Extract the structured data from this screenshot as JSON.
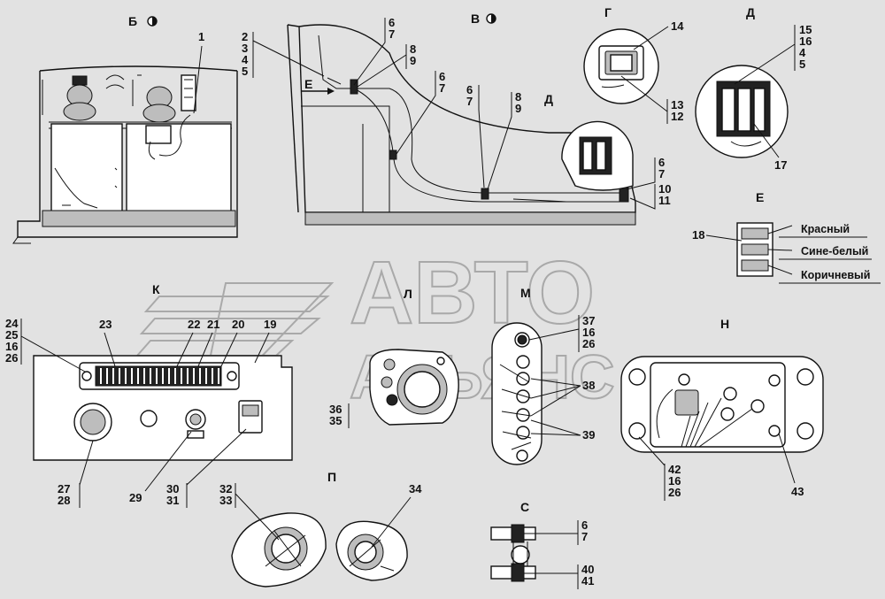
{
  "watermark": {
    "line1": "АВТО",
    "line2": "АЛЬЯНС"
  },
  "views": {
    "b": "Б",
    "v": "В",
    "g": "Г",
    "d_top": "Д",
    "d_side": "Д",
    "e_top": "Е",
    "e_arrow": "Е",
    "k": "К",
    "l": "Л",
    "m": "М",
    "n": "Н",
    "p": "П",
    "s": "С"
  },
  "wires": {
    "red": "Красный",
    "blue_white": "Сине-белый",
    "brown": "Коричневый"
  },
  "labels": {
    "b": [
      "1"
    ],
    "v_left": [
      "2",
      "3",
      "4",
      "5"
    ],
    "v_a": [
      "6",
      "7"
    ],
    "v_b": [
      "8",
      "9"
    ],
    "v_c": [
      "6",
      "7"
    ],
    "v_d": [
      "6",
      "7"
    ],
    "v_e": [
      "8",
      "9"
    ],
    "v_f": [
      "6",
      "7"
    ],
    "v_g": [
      "10",
      "11"
    ],
    "g1": [
      "14"
    ],
    "g2": [
      "13",
      "12"
    ],
    "d1": [
      "15",
      "16",
      "4",
      "5"
    ],
    "d2": [
      "17"
    ],
    "e1": [
      "18"
    ],
    "k1": [
      "24",
      "25",
      "16",
      "26"
    ],
    "k2": [
      "23"
    ],
    "k3": [
      "22"
    ],
    "k4": [
      "21"
    ],
    "k5": [
      "20"
    ],
    "k6": [
      "19"
    ],
    "k7": [
      "27",
      "28"
    ],
    "k8": [
      "29"
    ],
    "k9": [
      "30",
      "31"
    ],
    "l1": [
      "36",
      "35"
    ],
    "m1": [
      "37",
      "16",
      "26"
    ],
    "m2": [
      "38"
    ],
    "m3": [
      "39"
    ],
    "n1": [
      "42",
      "16",
      "26"
    ],
    "n2": [
      "43"
    ],
    "p1": [
      "32",
      "33"
    ],
    "p2": [
      "34"
    ],
    "s1": [
      "6",
      "7"
    ],
    "s2": [
      "40",
      "41"
    ]
  }
}
